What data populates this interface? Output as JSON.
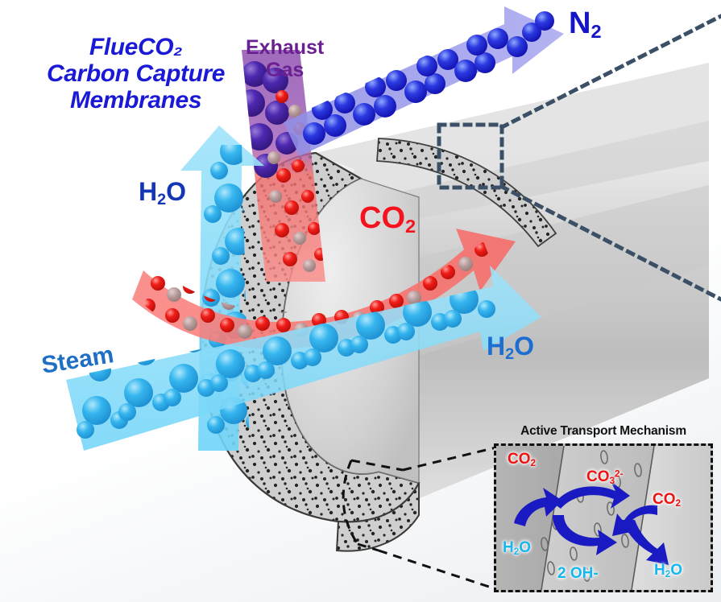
{
  "title": {
    "line1": "FlueCO₂",
    "line2": "Carbon Capture",
    "line3": "Membranes",
    "color": "#1a1ad6"
  },
  "labels": {
    "n2": "N",
    "n2_sub": "2",
    "exhaust_line1": "Exhaust",
    "exhaust_line2": "Gas",
    "h2o_up": "H",
    "h2o_up_sub": "2",
    "h2o_up_tail": "O",
    "co2_main": "CO",
    "co2_main_sub": "2",
    "h2o_right": "H",
    "h2o_right_sub": "2",
    "h2o_right_tail": "O",
    "steam": "Steam"
  },
  "colors": {
    "title_blue": "#1a1ad6",
    "n2_blue": "#1414c8",
    "exhaust_purple": "#6b2091",
    "co2_red": "#f5141e",
    "h2o_blue": "#1c6fd0",
    "steam_blue": "#1f6fc4",
    "arrow_cyan": "#7dd8f7",
    "arrow_red": "#f8706e",
    "arrow_periwinkle": "#9b9bea",
    "arrow_purple": "#8b4fa8",
    "membrane_gray": "#c7c7c7",
    "tube_gray": "#d8d8d8",
    "callout_slate": "#3b5066",
    "inset_arrow_blue": "#1a1ac2"
  },
  "inset": {
    "title": "Active Transport Mechanism",
    "co2_left": "CO",
    "co2_left_sub": "2",
    "co3_mid": "CO",
    "co3_mid_sub": "3",
    "co3_mid_sup": "2-",
    "co2_right": "CO",
    "co2_right_sub": "2",
    "h2o_left": "H",
    "h2o_left_sub": "2",
    "h2o_left_tail": "O",
    "oh_bottom": "2 OH-",
    "h2o_right": "H",
    "h2o_right_sub": "2",
    "h2o_right_tail": "O"
  }
}
